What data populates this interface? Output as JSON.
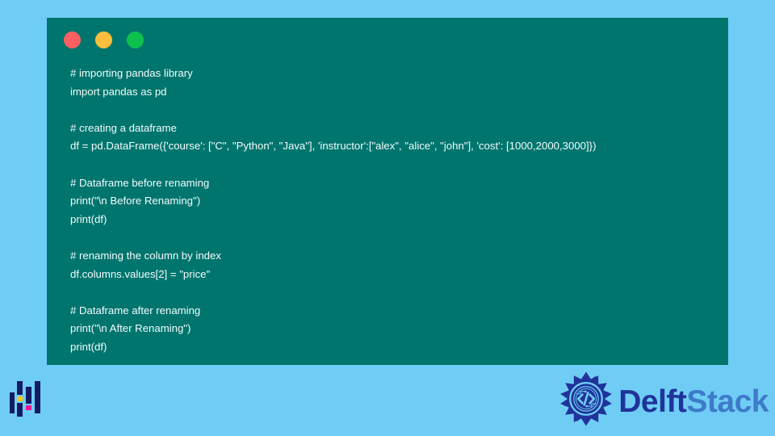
{
  "page": {
    "background_color": "#6fcdf5"
  },
  "code_window": {
    "background_color": "#00756e",
    "text_color": "#f2fbfb",
    "window_controls": [
      {
        "name": "close",
        "color": "#fc5f5f"
      },
      {
        "name": "minimize",
        "color": "#fcbe3c"
      },
      {
        "name": "maximize",
        "color": "#0ec14e"
      }
    ],
    "lines": [
      "# importing pandas library",
      "import pandas as pd",
      "",
      "# creating a dataframe",
      "df = pd.DataFrame({'course': [\"C\", \"Python\", \"Java\"], 'instructor':[\"alex\", \"alice\", \"john\"], 'cost': [1000,2000,3000]})",
      "",
      "# Dataframe before renaming",
      "print(\"\\n Before Renaming\")",
      "print(df)",
      "",
      "# renaming the column by index",
      "df.columns.values[2] = \"price\"",
      "",
      "# Dataframe after renaming",
      "print(\"\\n After Renaming\")",
      "print(df)"
    ]
  },
  "branding": {
    "mark_icon": "bar-chart-icon",
    "mark_colors": {
      "bar": "#141b63",
      "accent_yellow": "#f5c518",
      "accent_magenta": "#ee1592"
    },
    "logo": {
      "emblem_icon": "delftstack-mandala-code-icon",
      "emblem_color": "#20339a",
      "text_primary": "Delft",
      "text_secondary": "Stack",
      "primary_color": "#20339a",
      "secondary_color": "#3d7bc8"
    }
  }
}
